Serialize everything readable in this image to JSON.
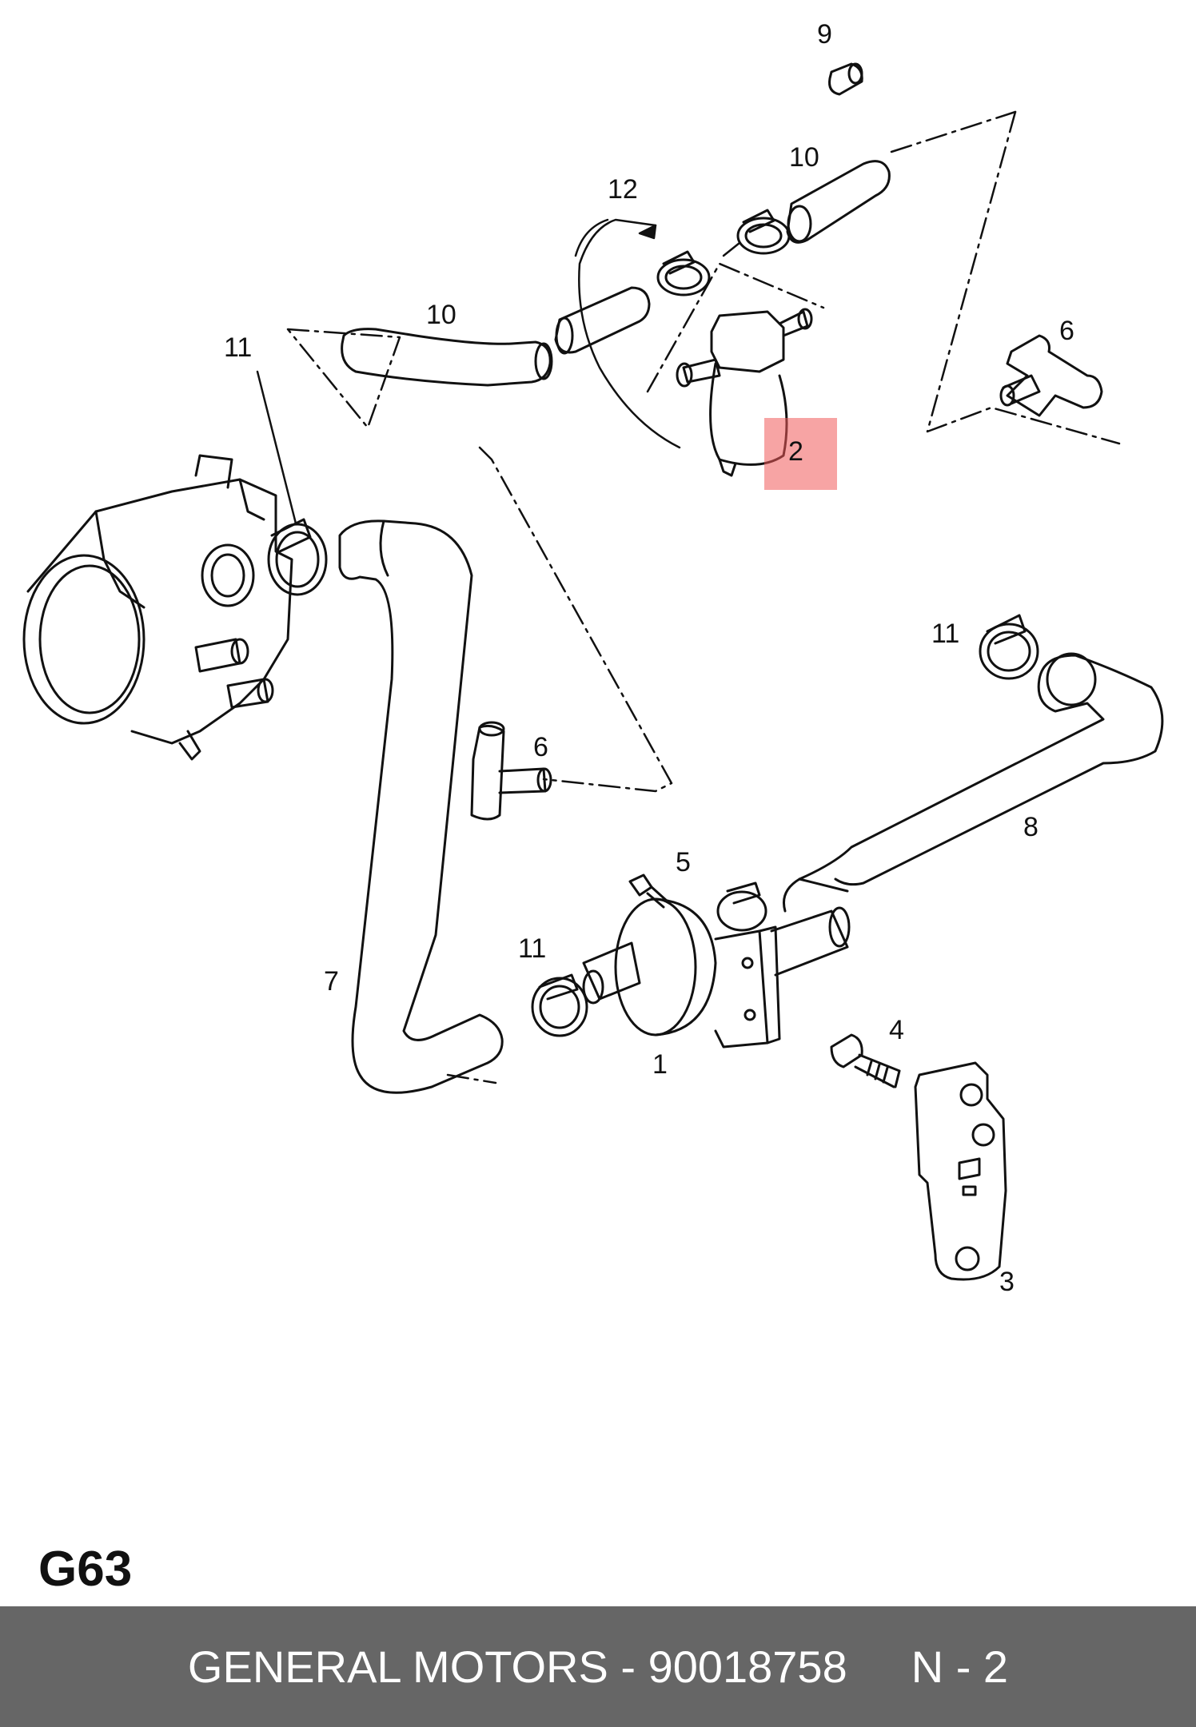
{
  "sheet_code": "G63",
  "footer": {
    "brand_part": "GENERAL MOTORS - 90018758",
    "ref": "N - 2"
  },
  "callouts": {
    "c1": "1",
    "c2": "2",
    "c3": "3",
    "c4": "4",
    "c5": "5",
    "c6a": "6",
    "c6b": "6",
    "c7": "7",
    "c8": "8",
    "c9": "9",
    "c10a": "10",
    "c10b": "10",
    "c11a": "11",
    "c11b": "11",
    "c11c": "11",
    "c12": "12"
  },
  "highlighted_callout": "2",
  "colors": {
    "highlight": "#f05a5a",
    "footer_bg": "#666666",
    "line": "#111111"
  }
}
